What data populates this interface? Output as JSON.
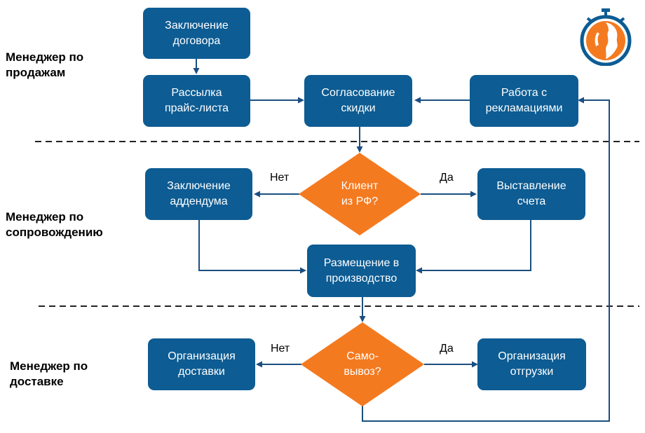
{
  "lanes": {
    "sales": "Менеджер по\nпродажам",
    "support": "Менеджер по\nсопровождению",
    "delivery": "Менеджер по\nдоставке"
  },
  "nodes": {
    "contract": "Заключение\nдоговора",
    "price_list": "Рассылка\nпрайс-листа",
    "discount": "Согласование\nскидки",
    "complaints": "Работа с\nрекламациями",
    "addendum": "Заключение\nаддендума",
    "client_rf": "Клиент\nиз РФ?",
    "invoice": "Выставление\nсчета",
    "production": "Размещение в\nпроизводство",
    "delivery_org": "Организация\nдоставки",
    "pickup": "Само-\nвывоз?",
    "shipment": "Организация\nотгрузки"
  },
  "edge_labels": {
    "no1": "Нет",
    "yes1": "Да",
    "no2": "Нет",
    "yes2": "Да"
  },
  "colors": {
    "box": "#0d5c93",
    "decision": "#f47a20",
    "arrow": "#1a4f80",
    "divider": "#222222"
  },
  "logo": {
    "icon": "stopwatch-head-logo"
  }
}
